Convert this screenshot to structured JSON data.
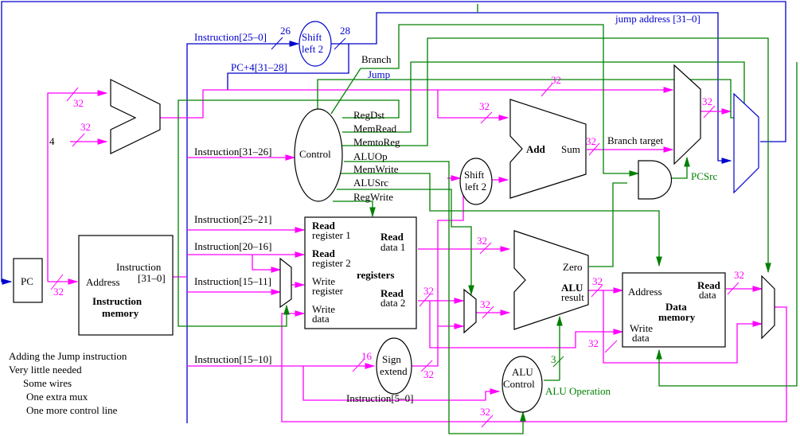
{
  "title_notes": {
    "lines": [
      "Adding the Jump instruction",
      "Very little needed",
      "Some wires",
      "One extra mux",
      "One more control line"
    ]
  },
  "components": {
    "pc": "PC",
    "instr_mem": {
      "address": "Address",
      "instruction": "Instruction",
      "bits": "[31–0]",
      "name1": "Instruction",
      "name2": "memory"
    },
    "constant_four": "4",
    "control": "Control",
    "shift_top": {
      "l1": "Shift",
      "l2": "left 2"
    },
    "shift_mid": {
      "l1": "Shift",
      "l2": "left 2"
    },
    "registers": {
      "rr1a": "Read",
      "rr1b": "register 1",
      "rr2a": "Read",
      "rr2b": "register 2",
      "wra": "Write",
      "wrb": "register",
      "wda": "Write",
      "wdb": "data",
      "rd1a": "Read",
      "rd1b": "data 1",
      "rd2a": "Read",
      "rd2b": "data 2",
      "name": "registers"
    },
    "sign_extend": {
      "l1": "Sign",
      "l2": "extend"
    },
    "add": {
      "name": "Add",
      "sum": "Sum"
    },
    "alu": {
      "zero": "Zero",
      "res1": "ALU",
      "res2": "result"
    },
    "alu_control": {
      "l1": "ALU",
      "l2": "Control"
    },
    "data_mem": {
      "address": "Address",
      "readA": "Read",
      "readB": "data",
      "writeA": "Write",
      "writeB": "data",
      "name1": "Data",
      "name2": "memory"
    }
  },
  "control_signals": [
    "RegDst",
    "MemRead",
    "MemtoReg",
    "ALUOp",
    "MemWrite",
    "ALUSrc",
    "RegWrite"
  ],
  "wire_labels": {
    "branch": "Branch",
    "jump": "Jump",
    "instr_25_0": "Instruction[25–0]",
    "pc4": "PC+4[31–28]",
    "jump_address": "jump address [31–0]",
    "instr_31_26": "Instruction[31–26]",
    "instr_25_21": "Instruction[25–21]",
    "instr_20_16": "Instruction[20–16]",
    "instr_15_11": "Instruction[15–11]",
    "instr_15_0": "Instruction[15–10]",
    "instr_5_0": "Instruction[5–0]",
    "branch_target": "Branch target",
    "pcsrc": "PCSrc",
    "alu_operation": "ALU Operation"
  },
  "bus_widths": {
    "w32": "32",
    "w26": "26",
    "w28": "28",
    "w16": "16",
    "w3": "3"
  }
}
